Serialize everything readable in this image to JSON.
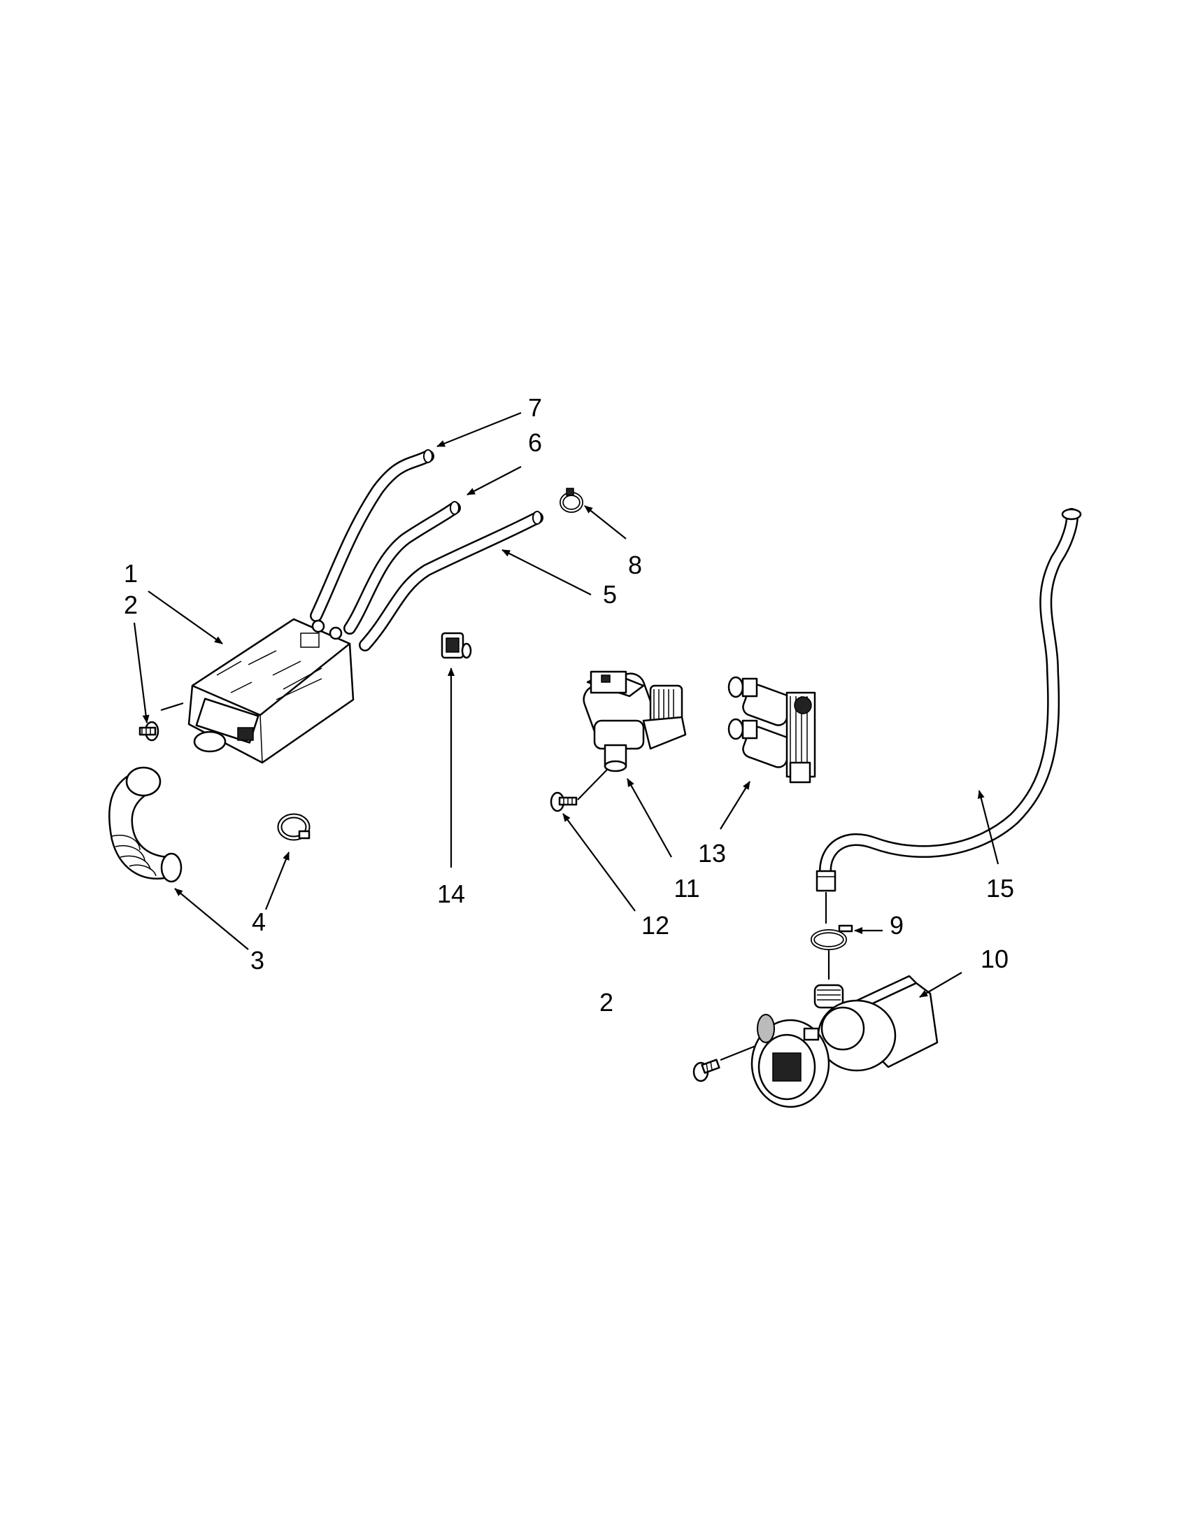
{
  "callouts": [
    {
      "id": "c1",
      "text": "1"
    },
    {
      "id": "c2a",
      "text": "2"
    },
    {
      "id": "c2b",
      "text": "2"
    },
    {
      "id": "c3",
      "text": "3"
    },
    {
      "id": "c4",
      "text": "4"
    },
    {
      "id": "c5",
      "text": "5"
    },
    {
      "id": "c6",
      "text": "6"
    },
    {
      "id": "c7",
      "text": "7"
    },
    {
      "id": "c8",
      "text": "8"
    },
    {
      "id": "c9",
      "text": "9"
    },
    {
      "id": "c10",
      "text": "10"
    },
    {
      "id": "c11",
      "text": "11"
    },
    {
      "id": "c12",
      "text": "12"
    },
    {
      "id": "c13",
      "text": "13"
    },
    {
      "id": "c14",
      "text": "14"
    },
    {
      "id": "c15",
      "text": "15"
    }
  ]
}
